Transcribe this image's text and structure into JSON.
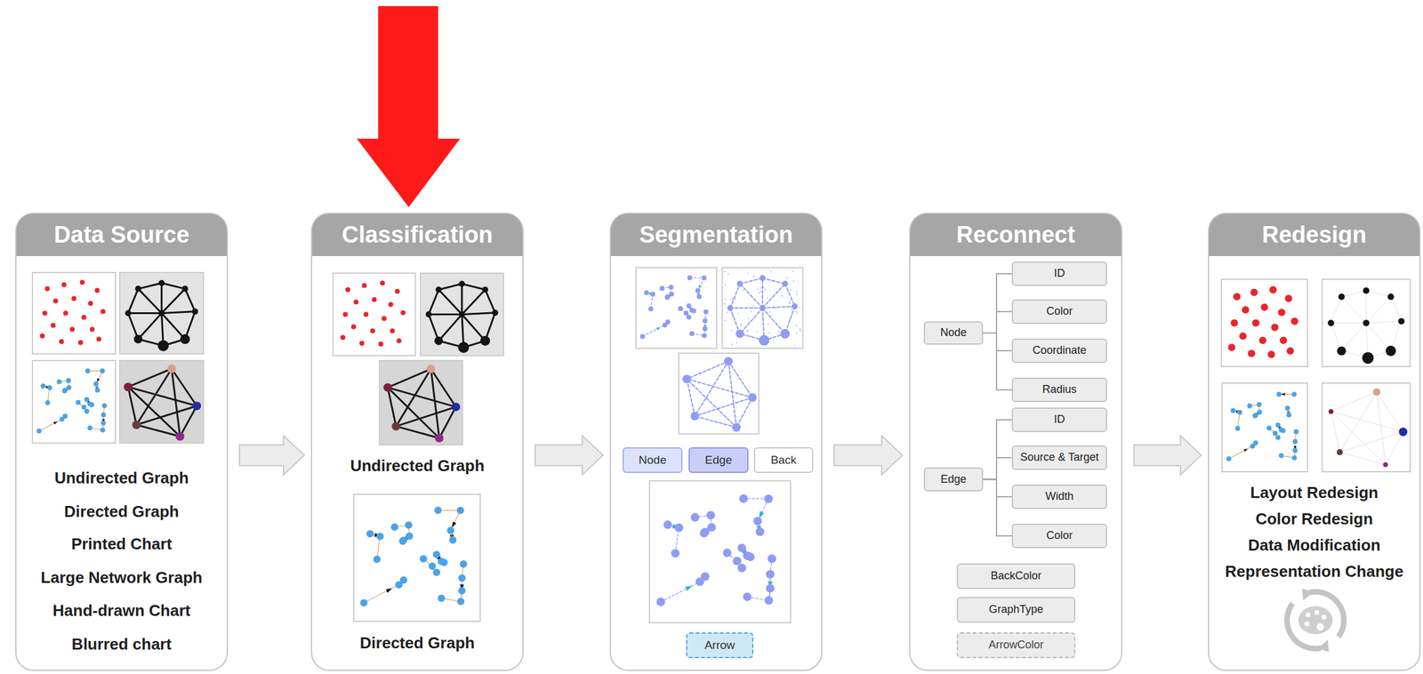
{
  "diagram": {
    "nodes": [
      {
        "text": [
          "Data Source",
          "Undirected Graph",
          "Directed Graph",
          "Printed Chart",
          "Large Network Graph",
          "Hand-drawn Chart",
          "Blurred chart"
        ]
      },
      {
        "text": [
          "Classification",
          "Undirected Graph",
          "Directed Graph"
        ]
      },
      {
        "text": [
          "Segmentation"
        ]
      },
      {
        "text": [
          "Node"
        ],
        "in": 2
      },
      {
        "text": [
          "Edge"
        ],
        "in": 2
      },
      {
        "text": [
          "Back"
        ],
        "in": 2
      },
      {
        "text": [
          "Arrow"
        ],
        "in": 2
      },
      {
        "text": [
          "Reconnect"
        ]
      },
      {
        "text": [
          "Node"
        ],
        "in": 7
      },
      {
        "text": [
          "ID"
        ],
        "in": 7
      },
      {
        "text": [
          "Color"
        ],
        "in": 7
      },
      {
        "text": [
          "Coordinate"
        ],
        "in": 7
      },
      {
        "text": [
          "Radius"
        ],
        "in": 7
      },
      {
        "text": [
          "Edge"
        ],
        "in": 7
      },
      {
        "text": [
          "ID"
        ],
        "in": 7
      },
      {
        "text": [
          "Source & Target"
        ],
        "in": 7
      },
      {
        "text": [
          "Width"
        ],
        "in": 7
      },
      {
        "text": [
          "Color"
        ],
        "in": 7
      },
      {
        "text": [
          "BackColor"
        ],
        "in": 7
      },
      {
        "text": [
          "GraphType"
        ],
        "in": 7
      },
      {
        "text": [
          "ArrowColor"
        ],
        "in": 7
      },
      {
        "text": [
          "Redesign",
          "Layout Redesign",
          "Color Redesign",
          "Data Modification",
          "Representation Change"
        ]
      }
    ],
    "edges": [
      {
        "from": 0,
        "to": 1,
        "arrow": "to"
      },
      {
        "from": 1,
        "to": 2,
        "arrow": "to"
      },
      {
        "from": 2,
        "to": 7,
        "arrow": "to"
      },
      {
        "from": 7,
        "to": 21,
        "arrow": "to"
      },
      {
        "from": 8,
        "to": 9,
        "arrow": "none"
      },
      {
        "from": 8,
        "to": 10,
        "arrow": "none"
      },
      {
        "from": 8,
        "to": 11,
        "arrow": "none"
      },
      {
        "from": 8,
        "to": 12,
        "arrow": "none"
      },
      {
        "from": 13,
        "to": 14,
        "arrow": "none"
      },
      {
        "from": 13,
        "to": 15,
        "arrow": "none"
      },
      {
        "from": 13,
        "to": 16,
        "arrow": "none"
      },
      {
        "from": 13,
        "to": 17,
        "arrow": "none"
      }
    ]
  }
}
